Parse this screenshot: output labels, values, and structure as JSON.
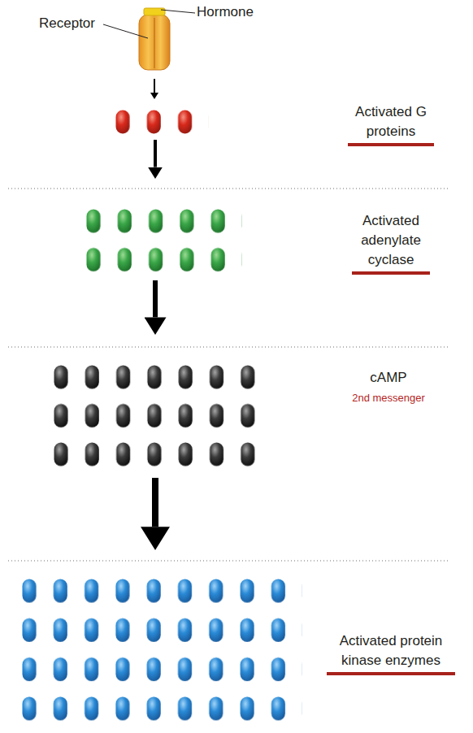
{
  "diagram": {
    "nodes": [
      {
        "text": [
          "Activated G proteins"
        ]
      },
      {
        "text": [
          "Activated adenylate cyclase"
        ]
      },
      {
        "text": [
          "cAMP",
          "2nd messenger"
        ]
      },
      {
        "text": [
          "Activated protein kinase enzymes"
        ]
      }
    ],
    "edges": [
      {
        "from": 0,
        "to": 1,
        "arrow": "to"
      },
      {
        "from": 1,
        "to": 2,
        "arrow": "to"
      },
      {
        "from": 2,
        "to": 3,
        "arrow": "to"
      }
    ],
    "labels": [
      "Receptor",
      "Hormone"
    ]
  }
}
